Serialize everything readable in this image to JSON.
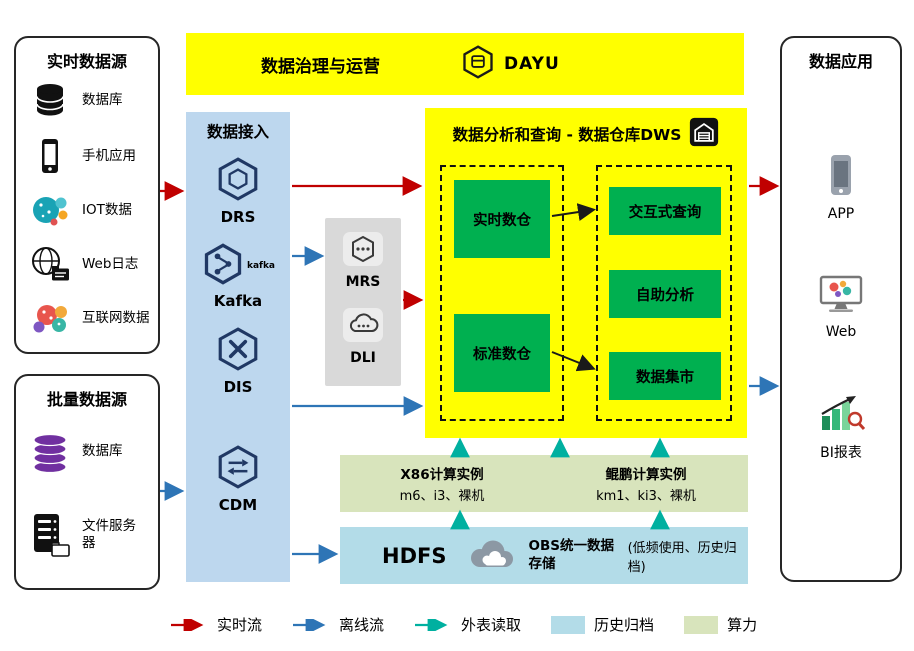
{
  "colors": {
    "yellow": "#FFFF00",
    "green": "#00B050",
    "panel_blue": "#BDD7EE",
    "panel_gray": "#D9D9D9",
    "archive_blue": "#B3DCE8",
    "compute_green": "#D8E4BC",
    "flow_realtime": "#C00000",
    "flow_offline": "#2E75B6",
    "flow_external": "#00B0A0",
    "icon_dark": "#203864",
    "purple": "#7030A0"
  },
  "realtime_sources": {
    "title": "实时数据源",
    "items": [
      {
        "label": "数据库"
      },
      {
        "label": "手机应用"
      },
      {
        "label": "IOT数据"
      },
      {
        "label": "Web日志"
      },
      {
        "label": "互联网数据"
      }
    ]
  },
  "batch_sources": {
    "title": "批量数据源",
    "items": [
      {
        "label": "数据库"
      },
      {
        "label": "文件服务器"
      }
    ]
  },
  "governance": {
    "title": "数据治理与运营",
    "brand": "DAYU"
  },
  "ingestion": {
    "title": "数据接入",
    "kafka_logo": "kafka",
    "items": [
      {
        "label": "DRS"
      },
      {
        "label": "Kafka"
      },
      {
        "label": "DIS"
      },
      {
        "label": "CDM"
      }
    ]
  },
  "lake_services": {
    "items": [
      {
        "label": "MRS"
      },
      {
        "label": "DLI"
      }
    ]
  },
  "dws": {
    "title": "数据分析和查询 - 数据仓库DWS",
    "warehouses": [
      {
        "label": "实时数仓"
      },
      {
        "label": "标准数仓"
      }
    ],
    "analytics": [
      {
        "label": "交互式查询"
      },
      {
        "label": "自助分析"
      },
      {
        "label": "数据集市"
      }
    ]
  },
  "compute": {
    "x86_title": "X86计算实例",
    "x86_models": "m6、i3、裸机",
    "kunpeng_title": "鲲鹏计算实例",
    "kunpeng_models": "km1、ki3、裸机"
  },
  "storage": {
    "hdfs": "HDFS",
    "obs_title": "OBS统一数据存储",
    "obs_note": "(低频使用、历史归档)"
  },
  "applications": {
    "title": "数据应用",
    "items": [
      {
        "label": "APP"
      },
      {
        "label": "Web"
      },
      {
        "label": "BI报表"
      }
    ]
  },
  "legend": {
    "realtime": "实时流",
    "offline": "离线流",
    "external": "外表读取",
    "archive": "历史归档",
    "compute": "算力"
  }
}
